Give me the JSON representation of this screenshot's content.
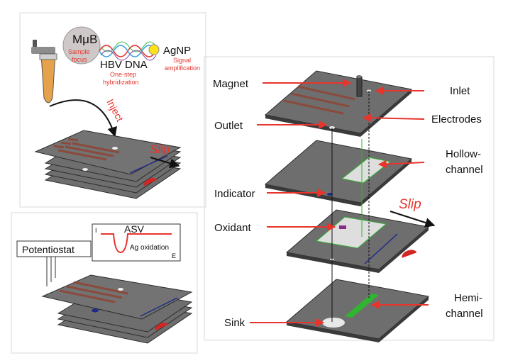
{
  "top_left": {
    "mub": "MμB",
    "mub_caption_line1": "Sample",
    "mub_caption_line2": "focus",
    "dna": "HBV DNA",
    "dna_caption_line1": "One-step",
    "dna_caption_line2": "hybridization",
    "agnp": "AgNP",
    "agnp_caption_line1": "Signal",
    "agnp_caption_line2": "amplification",
    "inject": "Inject",
    "slip": "Slip"
  },
  "bottom_left": {
    "potentiostat": "Potentiostat",
    "asv_title": "ASV",
    "asv_yaxis": "I",
    "asv_xaxis": "E",
    "asv_peak": "Ag oxidation"
  },
  "right": {
    "magnet": "Magnet",
    "inlet": "Inlet",
    "outlet": "Outlet",
    "electrodes": "Electrodes",
    "hollow_line1": "Hollow-",
    "hollow_line2": "channel",
    "indicator": "Indicator",
    "oxidant": "Oxidant",
    "slip": "Slip",
    "hemi_line1": "Hemi-",
    "hemi_line2": "channel",
    "sink": "Sink"
  },
  "colors": {
    "accent_red": "#e8342c",
    "plate": "#6e6e6e",
    "electrode": "#8a4a3c",
    "channel_green": "#2fb52f",
    "indicator_blue": "#1e2a8a",
    "sink_red": "#d42525",
    "tube_orange": "#e6a24a"
  }
}
